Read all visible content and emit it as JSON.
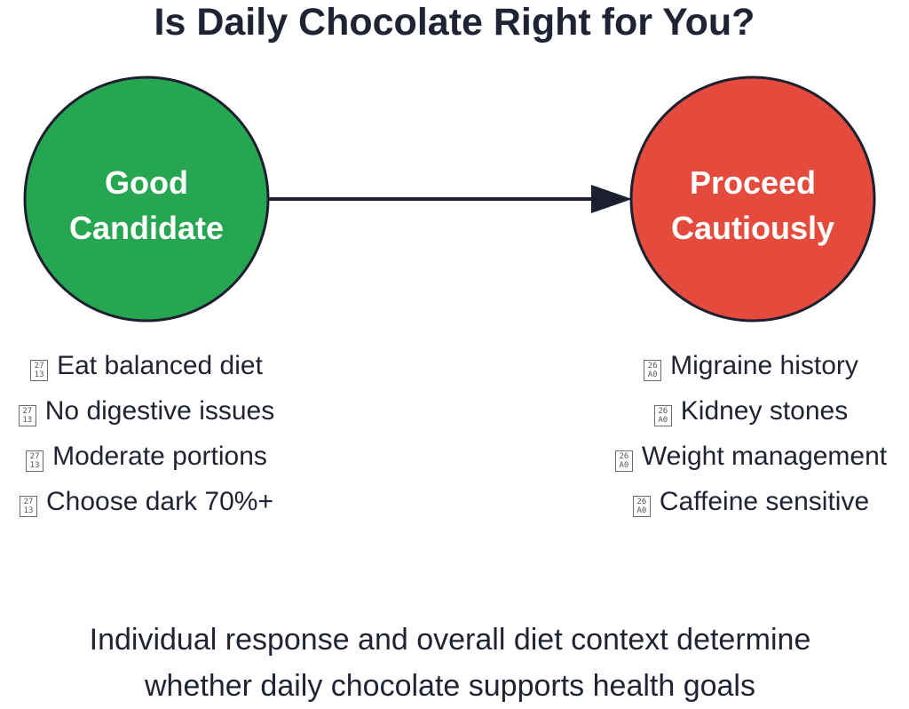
{
  "title": "Is Daily Chocolate Right for You?",
  "colors": {
    "good": "#27a652",
    "caution": "#e44b3c",
    "stroke": "#1c1f30",
    "text": "#1f2333"
  },
  "nodes": {
    "good": {
      "line1": "Good",
      "line2": "Candidate"
    },
    "caution": {
      "line1": "Proceed",
      "line2": "Cautiously"
    }
  },
  "good_list": {
    "glyph": "27 13",
    "items": [
      "Eat balanced diet",
      "No digestive issues",
      "Moderate portions",
      "Choose dark 70%+"
    ]
  },
  "caution_list": {
    "glyph": "26 A0",
    "items": [
      "Migraine history",
      "Kidney stones",
      "Weight management",
      "Caffeine sensitive"
    ]
  },
  "footer": {
    "line1": "Individual response and overall diet context determine",
    "line2": "whether daily chocolate supports health goals"
  }
}
